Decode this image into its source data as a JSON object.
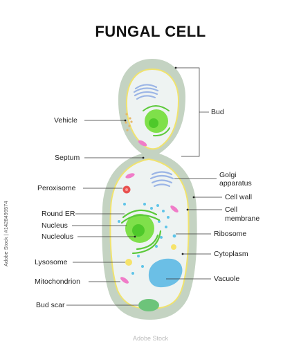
{
  "title": "FUNGAL CELL",
  "labels_left": {
    "vehicle": "Vehicle",
    "septum": "Septum",
    "peroxisome": "Peroxisome",
    "round_er": "Round ER",
    "nucleus": "Nucleus",
    "nucleolus": "Nucleolus",
    "lysosome": "Lysosome",
    "mitochondrion": "Mitochondrion",
    "bud_scar": "Bud scar"
  },
  "labels_right": {
    "bud": "Bud",
    "golgi_line1": "Golgi",
    "golgi_line2": "apparatus",
    "cell_wall": "Cell wall",
    "cell_membrane_line1": "Cell",
    "cell_membrane_line2": "membrane",
    "ribosome": "Ribosome",
    "cytoplasm": "Cytoplasm",
    "vacuole": "Vacuole"
  },
  "watermark": {
    "side_id": "Adobe Stock | #1428499574",
    "stock_mark": "Adobe Stock"
  },
  "colors": {
    "cell_wall": "#c4d3c2",
    "cytoplasm": "#eef3f2",
    "membrane": "#f4e77a",
    "nucleus": "#7fe04a",
    "nucleolus": "#4ec92a",
    "golgi": "#9bb5e6",
    "peroxisome": "#e8514f",
    "lysosome": "#f6e36a",
    "mitochondrion": "#f07cc8",
    "vacuole": "#6bbfe6",
    "bud_scar": "#6dc47a",
    "ribosome": "#5fc4e8"
  }
}
